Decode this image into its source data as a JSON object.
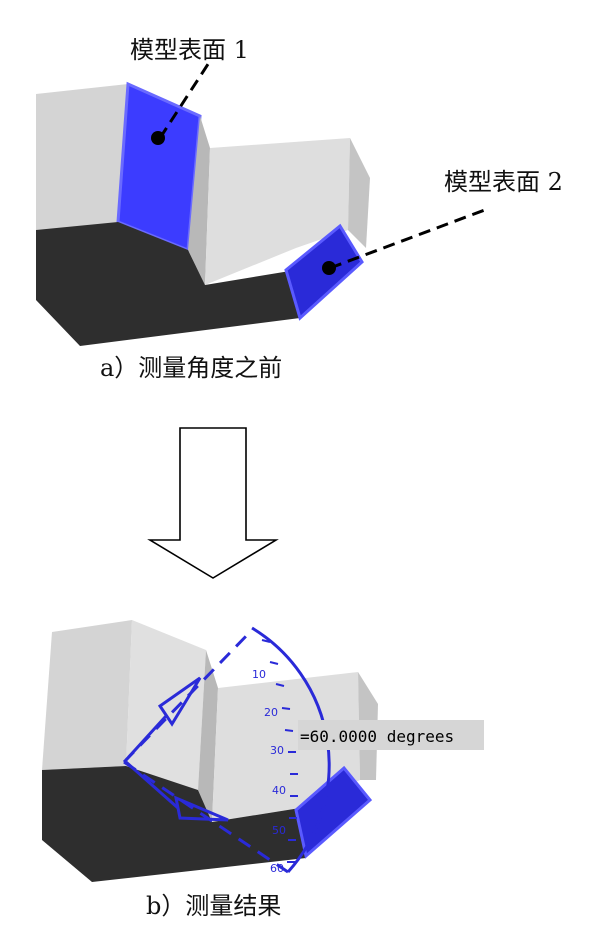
{
  "top": {
    "callout1": "模型表面 1",
    "callout2": "模型表面 2",
    "caption": "a）测量角度之前"
  },
  "bottom": {
    "caption": "b）测量结果",
    "readout": "=60.0000 degrees",
    "scale_ticks": [
      "10",
      "20",
      "30",
      "40",
      "50",
      "60"
    ]
  },
  "colors": {
    "face_highlight": "#3a3aff",
    "face_highlight_dark": "#2a2ad8",
    "solid_light": "#d9d9d9",
    "solid_dark": "#2e2e2e"
  }
}
